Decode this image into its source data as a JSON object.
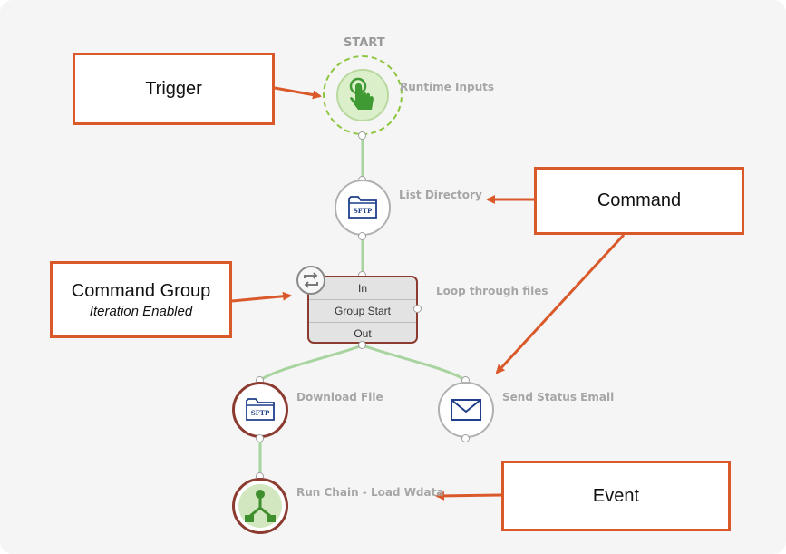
{
  "start_label": "START",
  "nodes": {
    "trigger": {
      "label": "Runtime Inputs",
      "icon": "touch-hand-icon"
    },
    "list_directory": {
      "label": "List Directory",
      "icon": "sftp-folder-icon",
      "badge": "SFTP"
    },
    "group": {
      "label": "Loop through files",
      "in": "In",
      "middle": "Group Start",
      "out": "Out",
      "icon": "loop-arrows-icon"
    },
    "download_file": {
      "label": "Download File",
      "icon": "sftp-folder-icon",
      "badge": "SFTP"
    },
    "send_email": {
      "label": "Send Status Email",
      "icon": "envelope-icon"
    },
    "run_chain": {
      "label": "Run Chain - Load Wdata",
      "icon": "branch-icon"
    }
  },
  "callouts": {
    "trigger": {
      "title": "Trigger"
    },
    "command": {
      "title": "Command"
    },
    "command_group": {
      "title": "Command Group",
      "subtitle": "Iteration Enabled"
    },
    "event": {
      "title": "Event"
    }
  },
  "colors": {
    "accent": "#d9592b",
    "edge": "#a8d4a0",
    "trigger_fill": "#8cc63f",
    "icon_blue": "#1f3f8a",
    "group_border": "#8c3b30"
  }
}
